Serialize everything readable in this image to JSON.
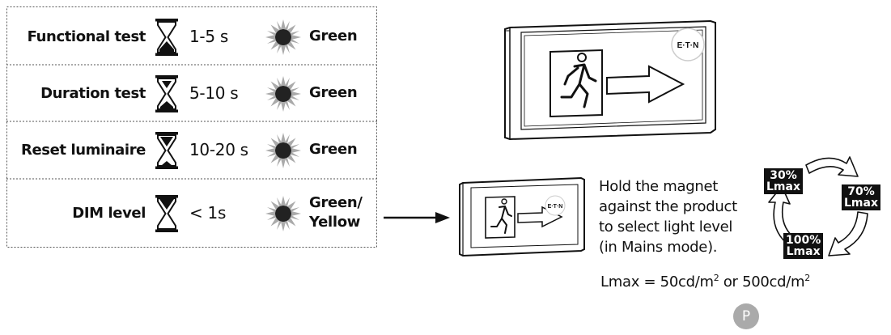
{
  "tests": [
    {
      "name": "Functional test",
      "time": "1-5 s",
      "color": "Green"
    },
    {
      "name": "Duration test",
      "time": "5-10 s",
      "color": "Green"
    },
    {
      "name": "Reset luminaire",
      "time": "10-20 s",
      "color": "Green"
    },
    {
      "name": "DIM level",
      "time": "< 1s",
      "color_line1": "Green/",
      "color_line2": "Yellow"
    }
  ],
  "sign": {
    "logo_text": "E·T·N"
  },
  "instruction": {
    "line1": "Hold the magnet",
    "line2": "against the product",
    "line3": "to select light level",
    "line4": "(in Mains mode)."
  },
  "lmax": {
    "prefix": "Lmax = 50cd/m",
    "middle": " or 500cd/m",
    "sup": "2"
  },
  "levels": {
    "l30_pct": "30%",
    "l30_unit": "Lmax",
    "l70_pct": "70%",
    "l70_unit": "Lmax",
    "l100_pct": "100%",
    "l100_unit": "Lmax"
  },
  "badge": "P"
}
